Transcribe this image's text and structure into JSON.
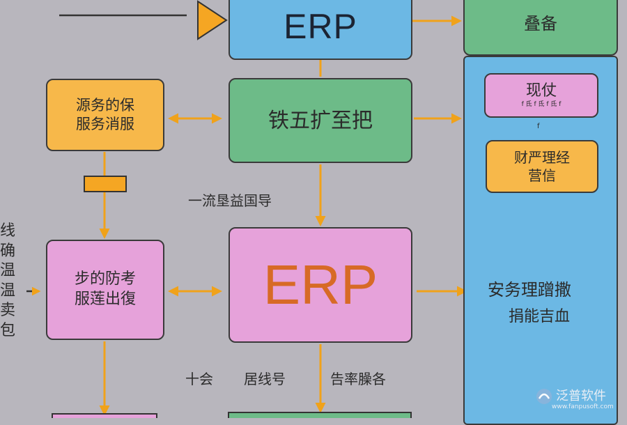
{
  "top_erp": {
    "label": "ERP"
  },
  "top_right": {
    "label": "叠备"
  },
  "left_yellow": {
    "line1": "源务的保",
    "line2": "服务消服"
  },
  "center_green": {
    "label": "铁五扩至把"
  },
  "mid_label": {
    "text": "一流垦益国导"
  },
  "side_text": {
    "chars": [
      "线",
      "确",
      "温",
      "温",
      "卖",
      "包"
    ]
  },
  "left_pink": {
    "line1": "步的防考",
    "line2": "服莲出復"
  },
  "center_erp": {
    "label": "ERP"
  },
  "bottom_labels": {
    "a": "十会",
    "b": "居线号",
    "c": "告率臊各"
  },
  "right_panel": {
    "pink_box": {
      "line1": "现仗",
      "line2": "f 氐 f 氐 f 氐 f"
    },
    "dot": "f",
    "yellow_box": {
      "line1": "财严理经",
      "line2": "营信"
    },
    "text1": "安务理蹭撒",
    "text2": "捐能吉血"
  },
  "watermark": {
    "cn": "泛普软件",
    "url": "www.fanpusoft.com"
  },
  "colors": {
    "background": "#b8b6bd",
    "blue": "#6cb8e4",
    "green": "#6dbb88",
    "yellow": "#f7b84a",
    "pink": "#e6a2da",
    "arrow": "#f0a21a",
    "erp_orange": "#d76a26"
  }
}
